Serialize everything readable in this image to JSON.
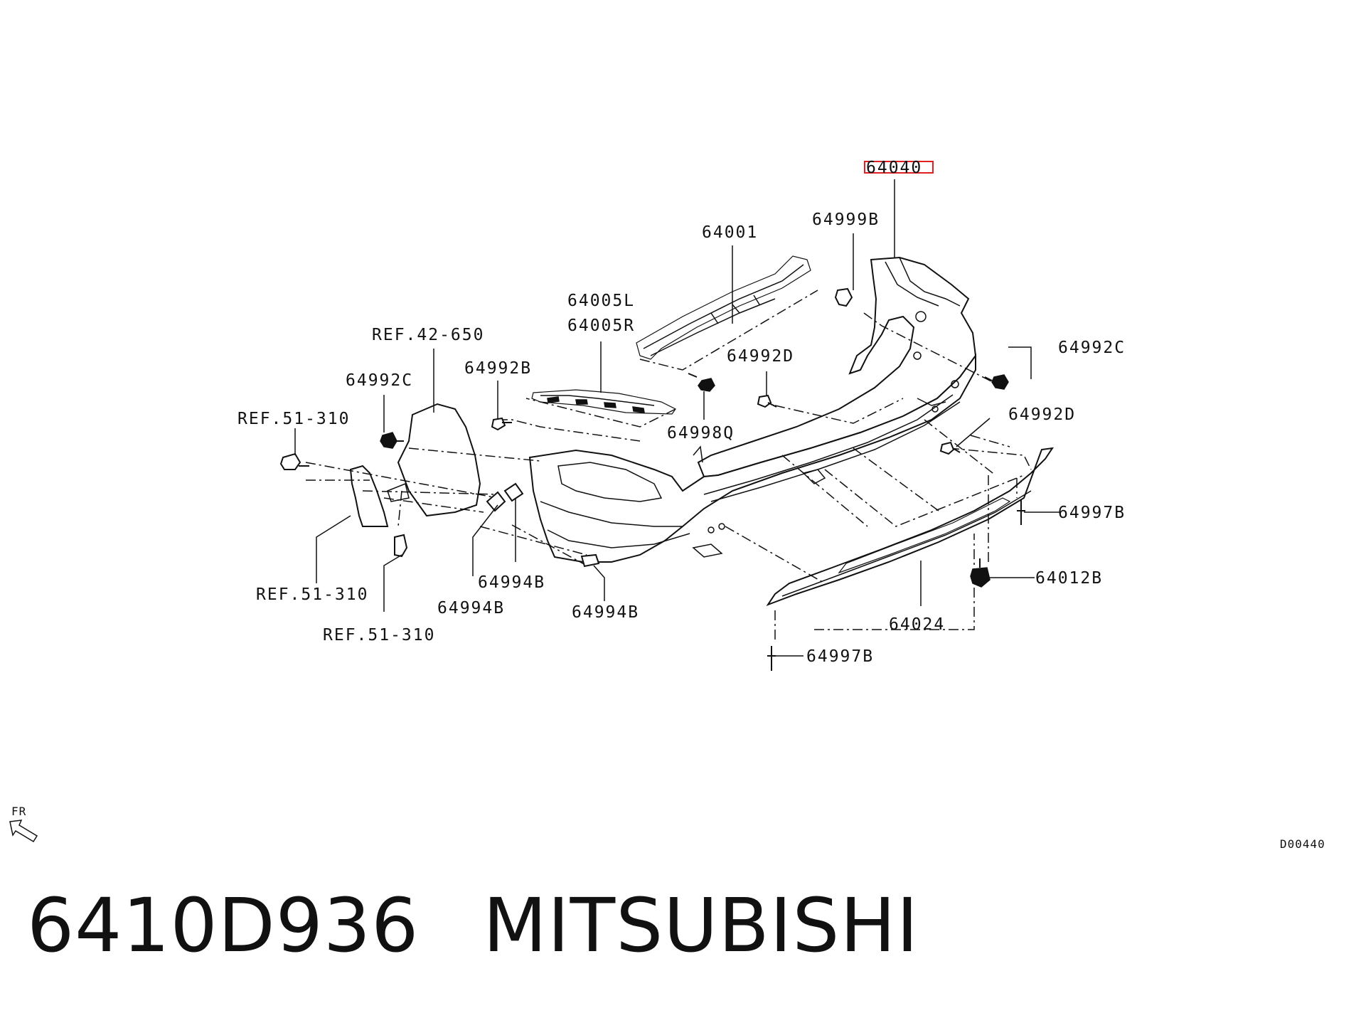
{
  "highlight_color": "#e02020",
  "part_labels": {
    "p64040": "64040",
    "p64999B": "64999B",
    "p64001": "64001",
    "p64005L": "64005L",
    "p64005R": "64005R",
    "ref42_650": "REF.42-650",
    "p64992B": "64992B",
    "p64992C_left": "64992C",
    "ref51_310_a": "REF.51-310",
    "p64992D_top": "64992D",
    "p64998Q": "64998Q",
    "p64992C_right": "64992C",
    "p64992D_right": "64992D",
    "p64997B_right": "64997B",
    "p64012B": "64012B",
    "p64024": "64024",
    "p64997B_bottom": "64997B",
    "ref51_310_b": "REF.51-310",
    "ref51_310_c": "REF.51-310",
    "p64994B_a": "64994B",
    "p64994B_b": "64994B",
    "p64994B_c": "64994B"
  },
  "direction_label": "FR",
  "diagram_code": "D00440",
  "footer": {
    "part_number": "6410D936",
    "brand": "MITSUBISHI"
  }
}
